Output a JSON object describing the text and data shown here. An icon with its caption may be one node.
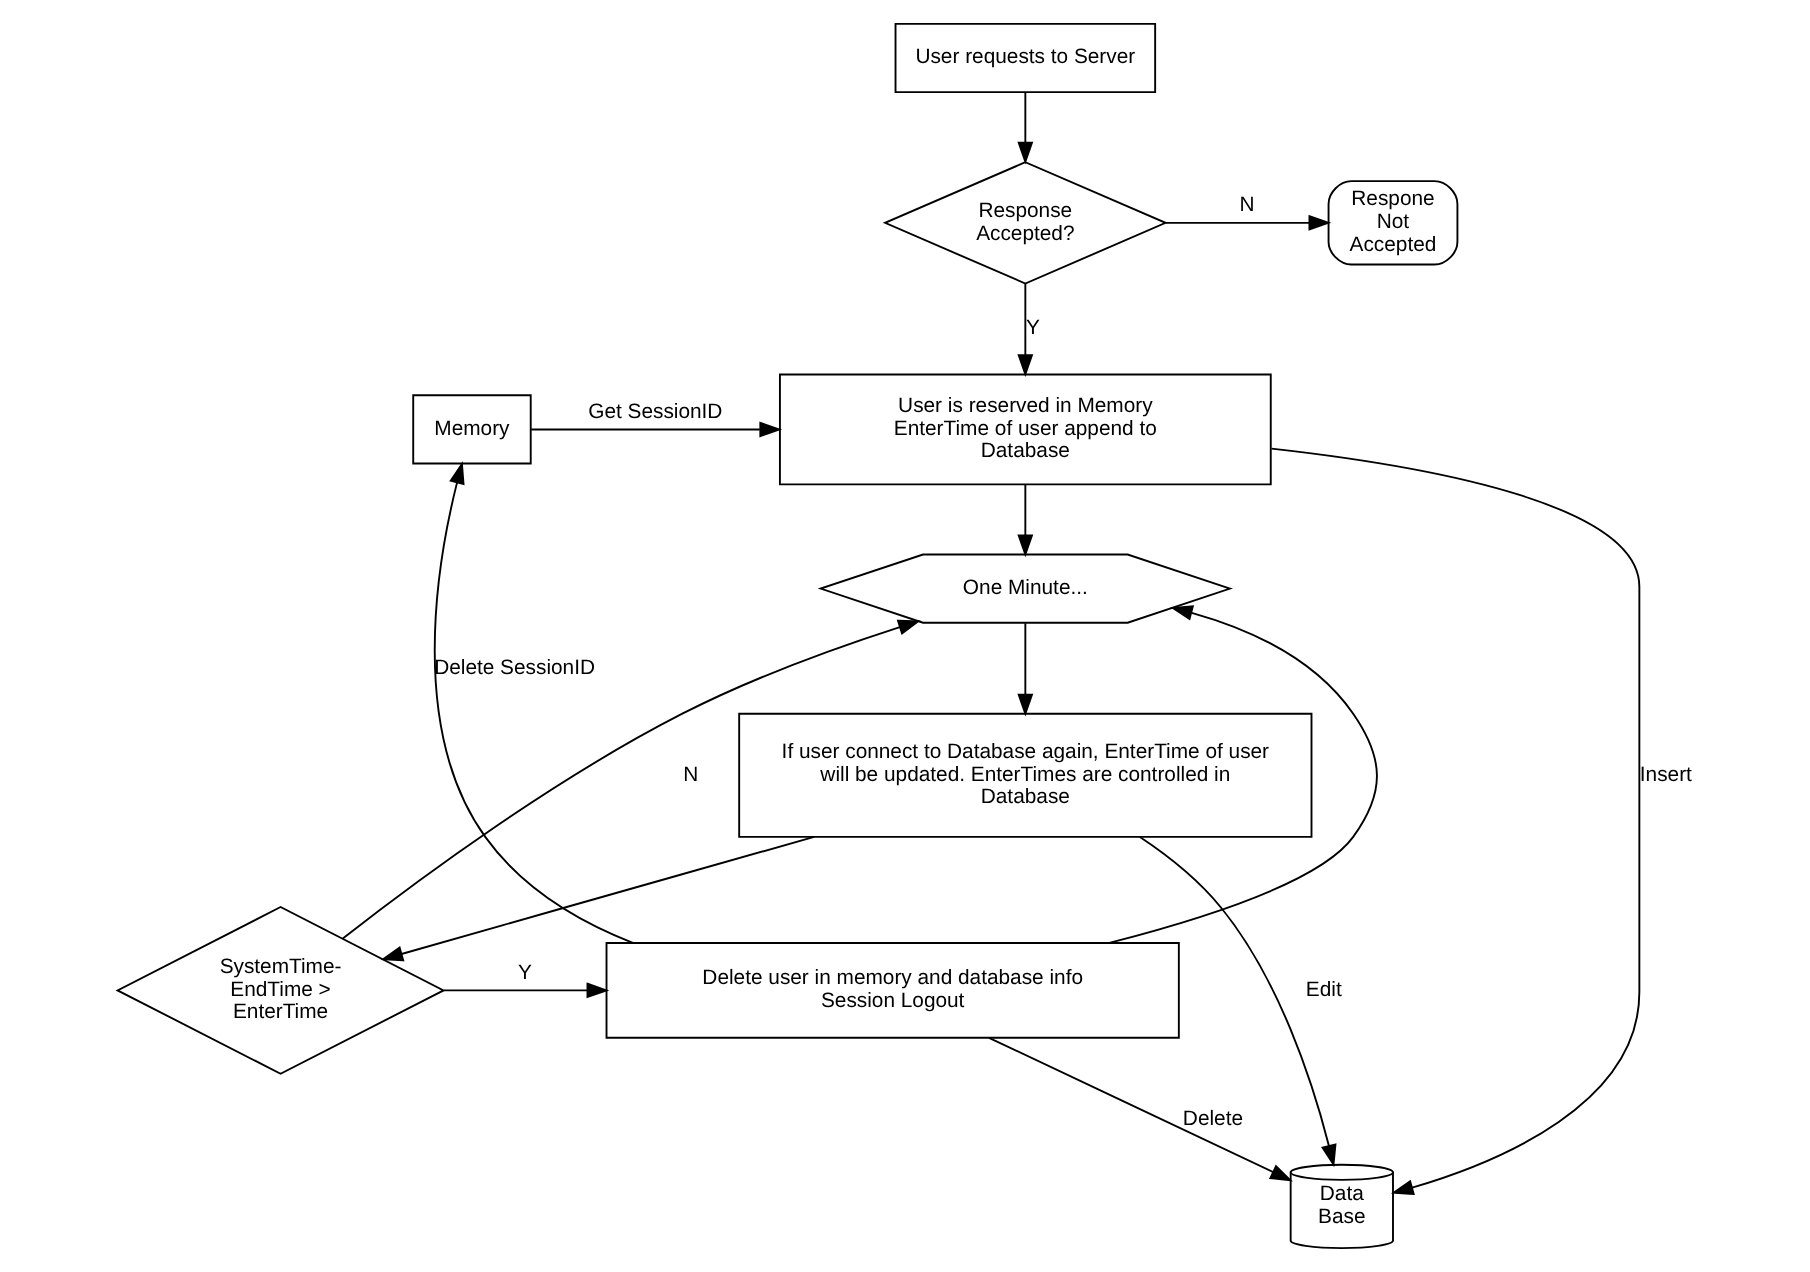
{
  "diagram": {
    "nodes": [
      {
        "text": [
          "User requests to Server"
        ]
      },
      {
        "text": [
          "Response Accepted?"
        ]
      },
      {
        "text": [
          "Respone Not Accepted"
        ]
      },
      {
        "text": [
          "User is reserved in Memory EnterTime of user append to Database"
        ]
      },
      {
        "text": [
          "Memory"
        ]
      },
      {
        "text": [
          "One Minute..."
        ]
      },
      {
        "text": [
          "If user connect to Database again, EnterTime of user will be updated. EnterTimes are controlled in Database"
        ]
      },
      {
        "text": [
          "Data Base"
        ]
      },
      {
        "text": [
          "SystemTime- EndTime > EnterTime"
        ]
      },
      {
        "text": [
          "Delete user in memory and database info Session Logout"
        ]
      }
    ],
    "edges": [
      {
        "from": 0,
        "to": 1,
        "arrow": "to"
      },
      {
        "from": 1,
        "to": 2,
        "arrow": "to",
        "label": "N"
      },
      {
        "from": 1,
        "to": 3,
        "arrow": "to",
        "label": "Y"
      },
      {
        "from": 4,
        "to": 3,
        "arrow": "to",
        "label": "Get SessionID"
      },
      {
        "from": 3,
        "to": 5,
        "arrow": "to"
      },
      {
        "from": 3,
        "to": 7,
        "arrow": "to",
        "label": "Insert"
      },
      {
        "from": 5,
        "to": 6,
        "arrow": "to"
      },
      {
        "from": 6,
        "to": 7,
        "arrow": "to",
        "label": "Edit"
      },
      {
        "from": 6,
        "to": 8,
        "arrow": "to"
      },
      {
        "from": 8,
        "to": 5,
        "arrow": "to",
        "label": "N"
      },
      {
        "from": 8,
        "to": 9,
        "arrow": "to",
        "label": "Y"
      },
      {
        "from": 9,
        "to": 7,
        "arrow": "to",
        "label": "Delete"
      },
      {
        "from": 9,
        "to": 4,
        "arrow": "to",
        "label": "Delete SessionID"
      },
      {
        "from": 9,
        "to": 5,
        "arrow": "to"
      }
    ]
  }
}
